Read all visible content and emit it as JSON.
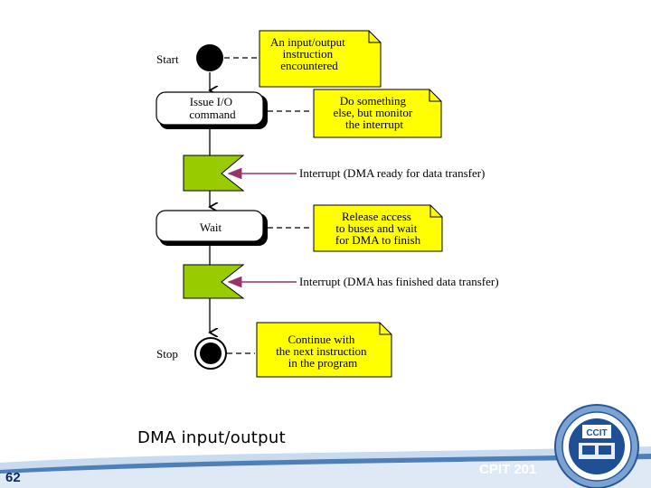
{
  "diagram": {
    "labels": {
      "start": "Start",
      "stop": "Stop"
    },
    "nodes": {
      "issue": [
        "Issue I/O",
        "command"
      ],
      "wait": [
        "Wait"
      ]
    },
    "notes": {
      "encountered": [
        "An input/output",
        "instruction",
        "encountered"
      ],
      "do_something": [
        "Do something",
        "else, but monitor",
        "the interrupt"
      ],
      "release": [
        "Release access",
        "to buses and wait",
        "for DMA to finish"
      ],
      "continue": [
        "Continue with",
        "the next instruction",
        "in the program"
      ]
    },
    "interrupts": {
      "ready": "Interrupt (DMA ready for data transfer)",
      "finished": "Interrupt (DMA has finished data transfer)"
    },
    "colors": {
      "note_fill": "#ffff00",
      "signal_fill": "#99cc00",
      "arrow": "#993366"
    }
  },
  "caption": "DMA input/output",
  "footer": {
    "page_number": "62",
    "course": "CPIT 201"
  },
  "logo": {
    "title": "CCIT",
    "icon": "university-seal"
  }
}
